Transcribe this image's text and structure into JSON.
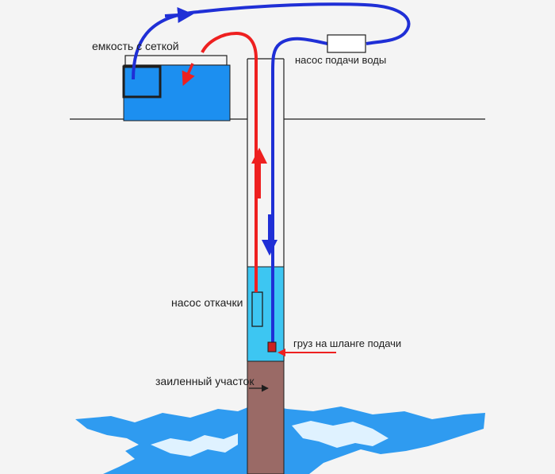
{
  "labels": {
    "tank": "емкость с сеткой",
    "supply_pump": "насос подачи воды",
    "pumping_pump": "насос откачки",
    "hose_weight": "груз на шланге подачи",
    "silted_section": "заиленный участок"
  },
  "colors": {
    "background": "#f4f4f4",
    "tank_water": "#1c8ff0",
    "well_water": "#3dc6f2",
    "silt": "#9a6a66",
    "aquifer": "#2f9bf0",
    "supply_line": "#1f2fd6",
    "return_line": "#ee2020",
    "outline": "#1e1e1e"
  },
  "icons": {
    "flow_arrow": "arrowhead-icon",
    "filter_mesh": "square-outline-icon",
    "pump": "rectangle-outline-icon",
    "weight": "small-square-icon"
  }
}
